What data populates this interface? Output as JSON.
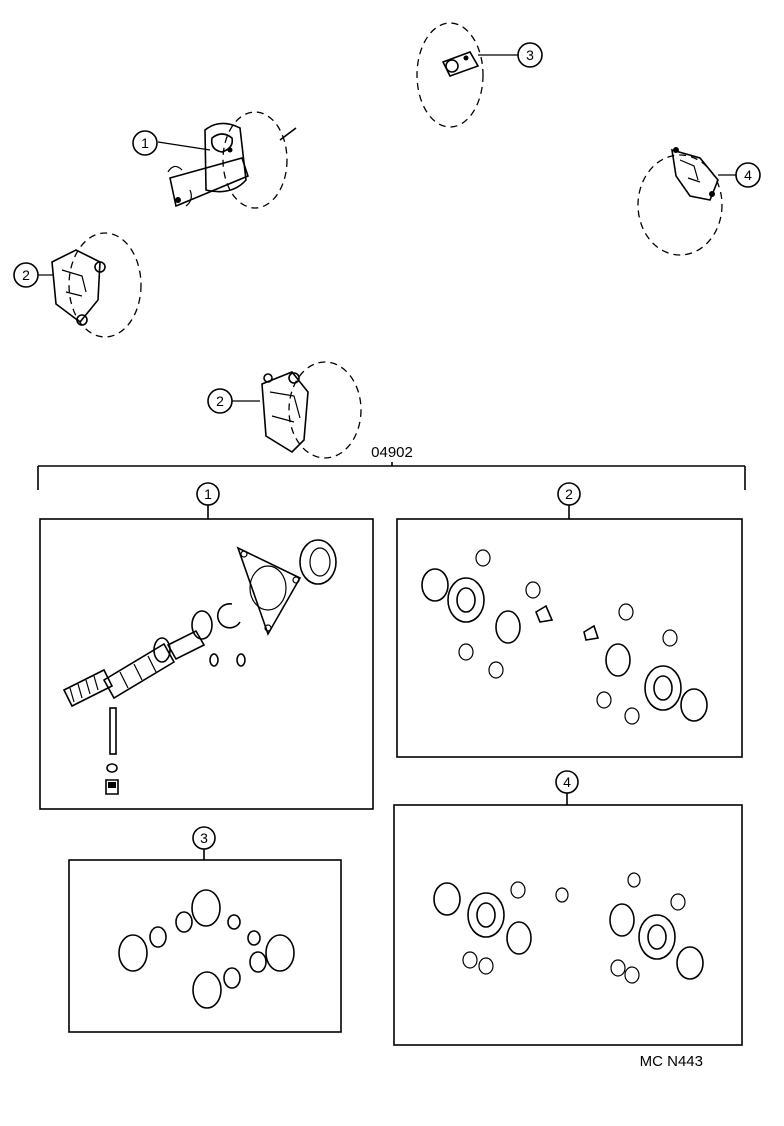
{
  "kit_number": "04902",
  "figure_code": "MC N443",
  "callouts": {
    "master_cylinder": "1",
    "front_caliper_a": "2",
    "front_caliper_b": "2",
    "wheel_cylinder": "3",
    "rear_caliper": "4"
  },
  "kit_boxes": {
    "box1": "1",
    "box2": "2",
    "box3": "3",
    "box4": "4"
  }
}
